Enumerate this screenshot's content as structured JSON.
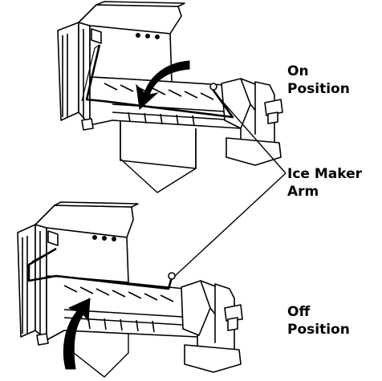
{
  "labels": {
    "on_position": [
      "On",
      "Position"
    ],
    "ice_maker_arm": [
      "Ice Maker",
      "Arm"
    ],
    "off_position": [
      "Off",
      "Position"
    ]
  },
  "colors": {
    "line": "#000000",
    "background": "#ffffff"
  },
  "icons": {
    "rotation_arrow_on": "curved-arrow-down-icon",
    "rotation_arrow_off": "curved-arrow-up-icon"
  }
}
